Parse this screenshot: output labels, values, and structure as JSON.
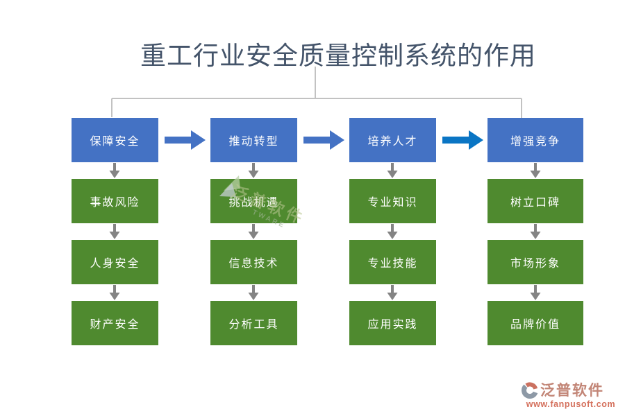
{
  "title": {
    "text": "重工行业安全质量控制系统的作用"
  },
  "flow": {
    "columns": [
      {
        "header": "保障安全",
        "items": [
          "事故风险",
          "人身安全",
          "财产安全"
        ]
      },
      {
        "header": "推动转型",
        "items": [
          "挑战机遇",
          "信息技术",
          "分析工具"
        ]
      },
      {
        "header": "培养人才",
        "items": [
          "专业知识",
          "专业技能",
          "应用实践"
        ]
      },
      {
        "header": "增强竞争",
        "items": [
          "树立口碑",
          "市场形象",
          "品牌价值"
        ]
      }
    ]
  },
  "watermark": {
    "text": "泛普软件",
    "subtext": "TWARE"
  },
  "branding": {
    "name": "泛普软件",
    "url": "www.fanpusoft.com"
  },
  "colors": {
    "header_box_blue": "#4472C4",
    "item_box_green": "#4F8A2F",
    "flow_arrow_blue": "#4472C4",
    "flow_arrow_bright_blue": "#0A75C4",
    "down_arrow_gray": "#848484",
    "connector_line_gray": "#C2C2C2",
    "title_text": "#44546A",
    "brand_name_color": "#C28576",
    "brand_url_color": "#D4705C"
  }
}
